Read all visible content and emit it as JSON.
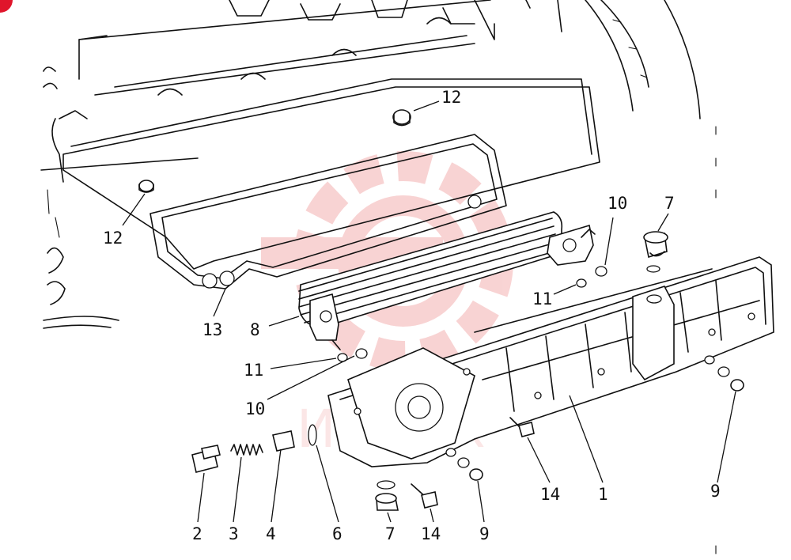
{
  "watermark": {
    "text": "ИKTEX",
    "color": "#e23b3b"
  },
  "callouts": [
    {
      "id": "c1",
      "label": "1"
    },
    {
      "id": "c2",
      "label": "2"
    },
    {
      "id": "c3",
      "label": "3"
    },
    {
      "id": "c4",
      "label": "4"
    },
    {
      "id": "c6",
      "label": "6"
    },
    {
      "id": "c7a",
      "label": "7"
    },
    {
      "id": "c7b",
      "label": "7"
    },
    {
      "id": "c8",
      "label": "8"
    },
    {
      "id": "c9a",
      "label": "9"
    },
    {
      "id": "c9b",
      "label": "9"
    },
    {
      "id": "c10a",
      "label": "10"
    },
    {
      "id": "c10b",
      "label": "10"
    },
    {
      "id": "c11a",
      "label": "11"
    },
    {
      "id": "c11b",
      "label": "11"
    },
    {
      "id": "c12a",
      "label": "12"
    },
    {
      "id": "c12b",
      "label": "12"
    },
    {
      "id": "c13",
      "label": "13"
    },
    {
      "id": "c14a",
      "label": "14"
    },
    {
      "id": "c14b",
      "label": "14"
    }
  ]
}
